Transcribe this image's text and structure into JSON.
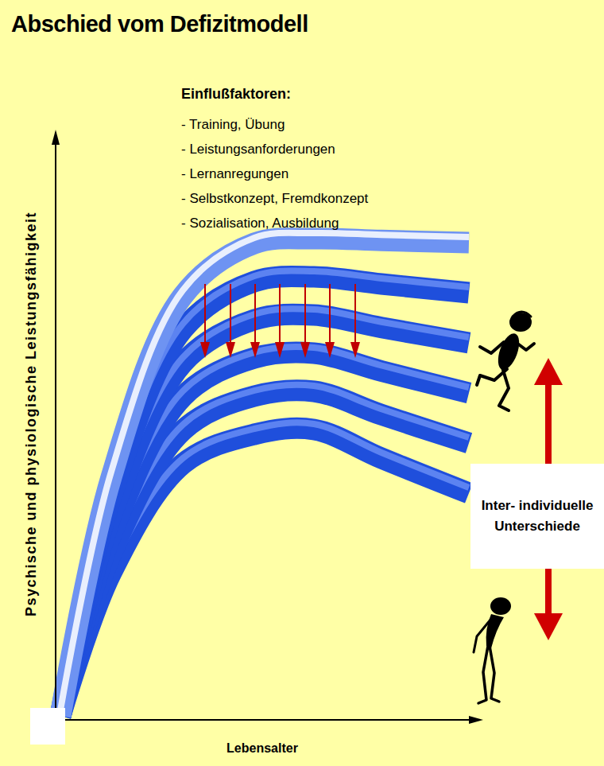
{
  "diagram": {
    "title": "Abschied vom Defizitmodell",
    "nodes": [
      {
        "text": [
          "Inter- individuelle Unterschiede"
        ]
      }
    ],
    "labels": [
      "Einflußfaktoren:",
      "- Training, Übung",
      "- Leistungsanforderungen",
      "- Lernanregungen",
      "- Selbstkonzept, Fremdkonzept",
      "- Sozialisation, Ausbildung",
      "Psychische und physiologische Leistungsfähigkeit",
      "Lebensalter"
    ]
  }
}
